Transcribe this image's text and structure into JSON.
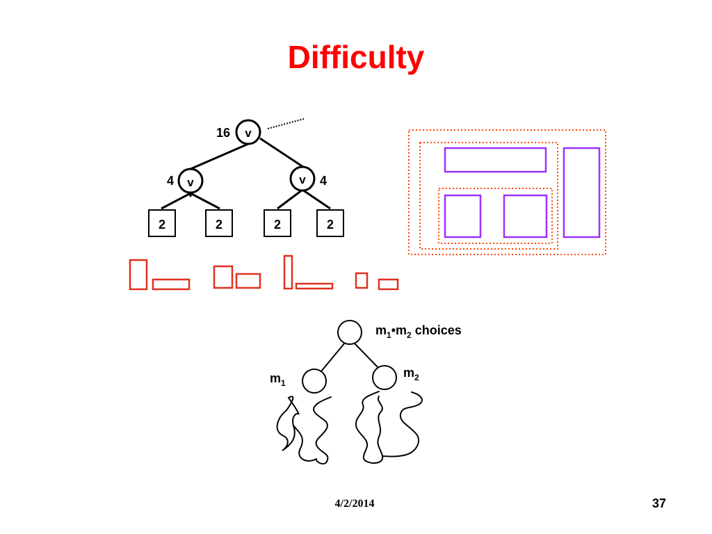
{
  "slide": {
    "title": "Difficulty",
    "date": "4/2/2014",
    "page_number": "37"
  },
  "colors": {
    "title": "#ff0000",
    "tree_stroke": "#000000",
    "red_outline": "#e0301e",
    "purple": "#9b30ff",
    "orange_dotted": "#ff4500"
  },
  "tree": {
    "root": {
      "label": "v",
      "count": "16"
    },
    "children": [
      {
        "label": "v",
        "count": "4"
      },
      {
        "label": "v",
        "count": "4"
      }
    ],
    "leaves": [
      "2",
      "2",
      "2",
      "2"
    ]
  },
  "choice_tree": {
    "root_label_base": "m",
    "root_label_sub1": "1",
    "root_label_mid": "•m",
    "root_label_sub2": "2",
    "root_label_suffix": " choices",
    "left": {
      "base": "m",
      "sub": "1"
    },
    "right": {
      "base": "m",
      "sub": "2"
    }
  }
}
